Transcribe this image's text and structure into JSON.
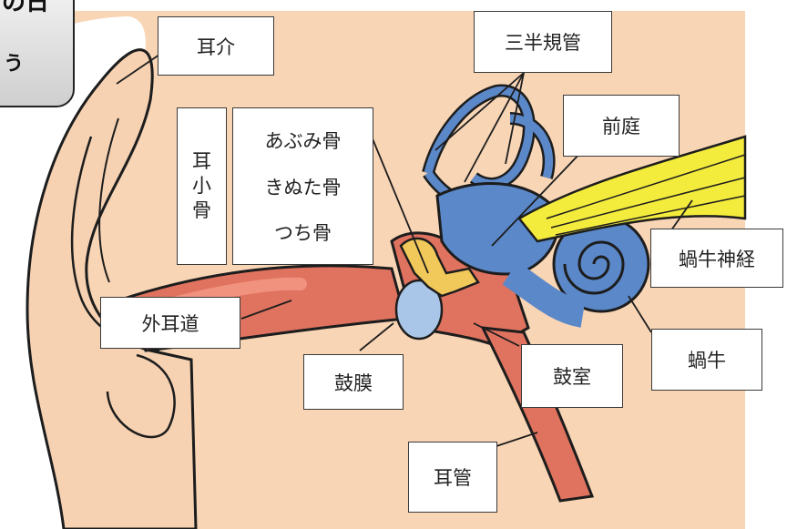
{
  "corner_badge": {
    "line1": "の日",
    "line2": "う"
  },
  "labels": {
    "auricle": "耳介",
    "ossicles_vertical": [
      "耳",
      "小",
      "骨"
    ],
    "stapes": "あぶみ骨",
    "incus": "きぬた骨",
    "malleus": "つち骨",
    "semicircular_canals": "三半規管",
    "vestibule": "前庭",
    "cochlear_nerve": "蝸牛神経",
    "cochlea": "蝸牛",
    "ear_canal": "外耳道",
    "eardrum": "鼓膜",
    "tympanic_cavity": "鼓室",
    "eustachian_tube": "耳管"
  },
  "colors": {
    "background_panel": "#f8d5b5",
    "skin_shading": "#e9b48e",
    "canal_red": "#e0735f",
    "inner_ear_blue": "#5b88c9",
    "nerve_yellow": "#f4ec3c",
    "ossicle_yellow": "#f1c85a",
    "eardrum_blue": "#a9c6e8"
  }
}
